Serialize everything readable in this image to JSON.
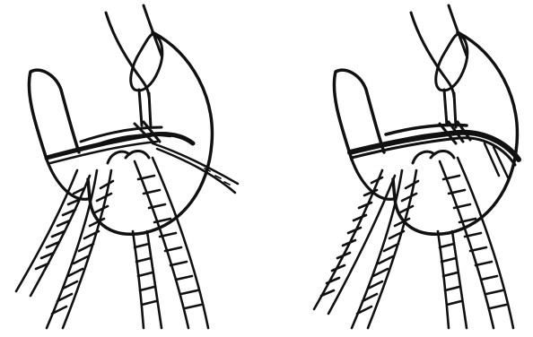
{
  "figure": {
    "panels": [
      {
        "id": "left",
        "state": "mousing in progress",
        "free_ends": true
      },
      {
        "id": "right",
        "state": "mousing completed",
        "free_ends": false
      }
    ],
    "colors": {
      "ink": "#111111",
      "paper": "#ffffff"
    },
    "icons": [
      "hook-icon",
      "sling-eye-icon",
      "rope-icon",
      "mousing-wrap-icon"
    ]
  }
}
